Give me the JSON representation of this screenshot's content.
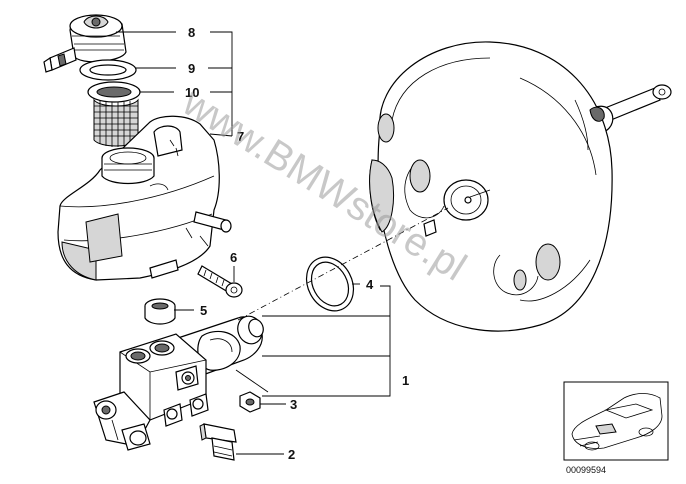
{
  "callouts": {
    "c1": "1",
    "c2": "2",
    "c3": "3",
    "c4": "4",
    "c5": "5",
    "c6": "6",
    "c7": "7",
    "c8": "8",
    "c9": "9",
    "c10": "10"
  },
  "watermark": "www.BMWstore.pl",
  "thumbnail_ref": "00099594"
}
